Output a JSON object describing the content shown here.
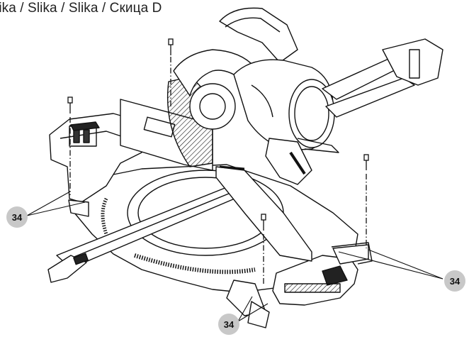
{
  "figure": {
    "caption": "lika / Slika / Slika / Скица D",
    "illustration": "miter-saw-exploded-view"
  },
  "callouts": [
    {
      "id": "left",
      "label": "34"
    },
    {
      "id": "bottom",
      "label": "34"
    },
    {
      "id": "right",
      "label": "34"
    }
  ],
  "colors": {
    "line": "#111111",
    "badge_fill": "#c8c8c8",
    "shade": "#555555"
  }
}
